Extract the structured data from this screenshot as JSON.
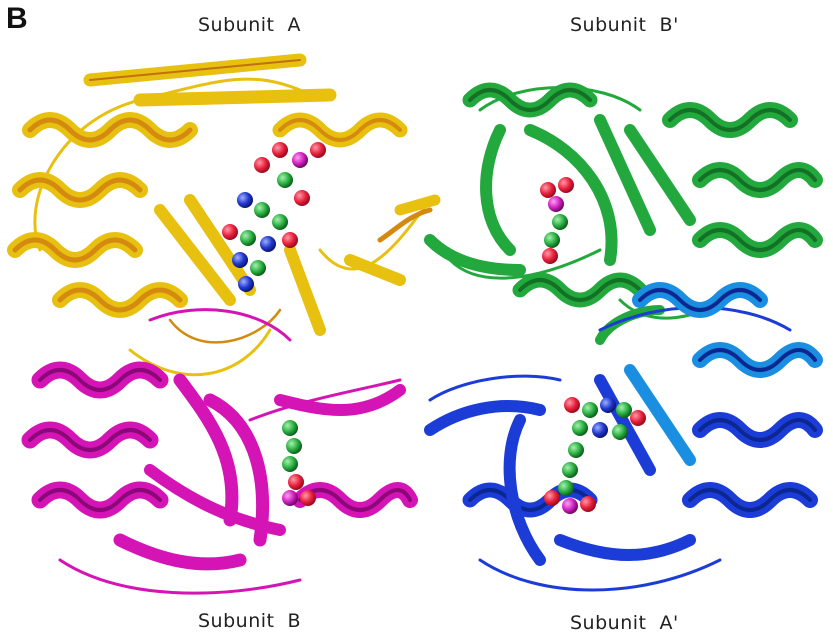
{
  "figure": {
    "panel_letter": "B",
    "labels": {
      "subunit_a": "Subunit  A",
      "subunit_b_prime": "Subunit  B'",
      "subunit_b": "Subunit  B",
      "subunit_a_prime": "Subunit  A'"
    },
    "colors": {
      "subunit_a": "#e8c010",
      "subunit_a_shade": "#d48a10",
      "subunit_b_prime": "#22a83c",
      "subunit_b": "#d414b4",
      "subunit_a_prime": "#1c3cd8",
      "subunit_a_prime_light": "#1a8ee0",
      "atom_oxygen": "#e8203c",
      "atom_carbon": "#28b040",
      "atom_nitrogen": "#2038d0",
      "atom_phosphorus": "#d020c0"
    }
  }
}
